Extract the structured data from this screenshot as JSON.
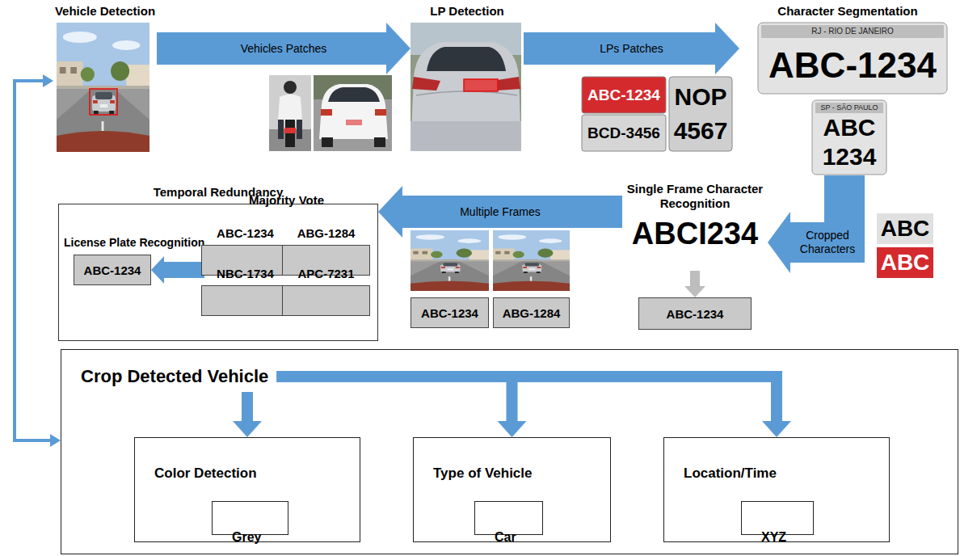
{
  "diagram": {
    "nodes": [
      {
        "text": [
          "Vehicle Detection"
        ]
      },
      {
        "text": [
          "LP Detection"
        ]
      },
      {
        "text": [
          "Character Segmentation"
        ]
      },
      {
        "text": [
          "Temporal Redundancy"
        ]
      },
      {
        "text": [
          "License Plate Recognition",
          "ABC-1234"
        ],
        "in": 3
      },
      {
        "text": [
          "Majority Vote"
        ],
        "in": 3
      },
      {
        "text": [
          "ABC-1234"
        ],
        "in": 5
      },
      {
        "text": [
          "ABG-1284"
        ],
        "in": 5
      },
      {
        "text": [
          "NBC-1734"
        ],
        "in": 5
      },
      {
        "text": [
          "APC-7231"
        ],
        "in": 5
      },
      {
        "text": [
          "ABC-1234"
        ]
      },
      {
        "text": [
          "ABG-1284"
        ]
      },
      {
        "text": [
          "Single Frame Character Recognition",
          "ABCI234"
        ]
      },
      {
        "text": [
          "ABC-1234"
        ]
      },
      {
        "text": [
          "Crop Detected Vehicle"
        ]
      },
      {
        "text": [
          "Color Detection"
        ],
        "in": 14
      },
      {
        "text": [
          "Grey"
        ],
        "in": 15
      },
      {
        "text": [
          "Type of Vehicle"
        ],
        "in": 14
      },
      {
        "text": [
          "Car"
        ],
        "in": 17
      },
      {
        "text": [
          "Location/Time"
        ],
        "in": 14
      },
      {
        "text": [
          "XYZ"
        ],
        "in": 19
      }
    ],
    "edges": [
      {
        "from": 0,
        "to": 1,
        "arrow": "to",
        "label": "Vehicles Patches"
      },
      {
        "from": 1,
        "to": 2,
        "arrow": "to",
        "label": "LPs Patches"
      },
      {
        "from": 2,
        "to": 12,
        "arrow": "to",
        "label": "Cropped Characters"
      },
      {
        "from": 12,
        "to": 3,
        "arrow": "to",
        "label": "Multiple Frames"
      },
      {
        "from": 12,
        "to": 13,
        "arrow": "to"
      },
      {
        "from": 5,
        "to": 4,
        "arrow": "to"
      },
      {
        "from": 0,
        "to": 14,
        "arrow": "both"
      },
      {
        "from": 14,
        "to": 15,
        "arrow": "to"
      },
      {
        "from": 14,
        "to": 17,
        "arrow": "to"
      },
      {
        "from": 14,
        "to": 19,
        "arrow": "to"
      }
    ],
    "labels": [
      "ABC-1234",
      "BCD-3456",
      "NOP",
      "4567",
      "RJ - RIO DE JANEIRO",
      "ABC-1234",
      "SP - SÃO PAULO",
      "ABC",
      "1234",
      "ABC",
      "ABC"
    ]
  }
}
